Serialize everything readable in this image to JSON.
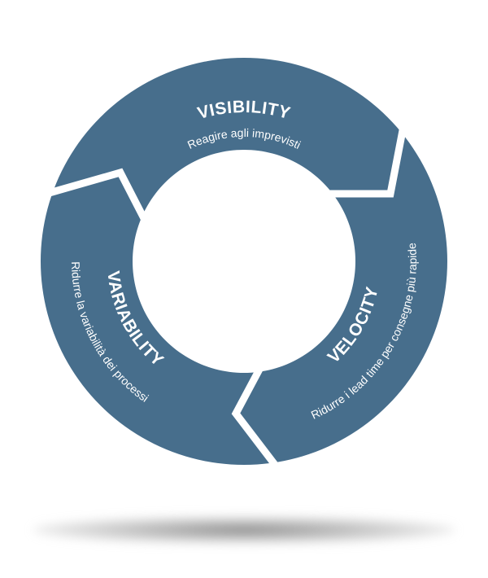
{
  "colors": {
    "ring": "#476e8c",
    "background": "#ffffff",
    "text": "#ffffff"
  },
  "segments": [
    {
      "id": "visibility",
      "title": "VISIBILITY",
      "subtitle": "Reagire agli imprevisti"
    },
    {
      "id": "velocity",
      "title": "VELOCITY",
      "subtitle": "Ridurre i lead time per consegne più rapide"
    },
    {
      "id": "variability",
      "title": "VARIABILITY",
      "subtitle": "Ridurre la variabilità dei processi"
    }
  ]
}
